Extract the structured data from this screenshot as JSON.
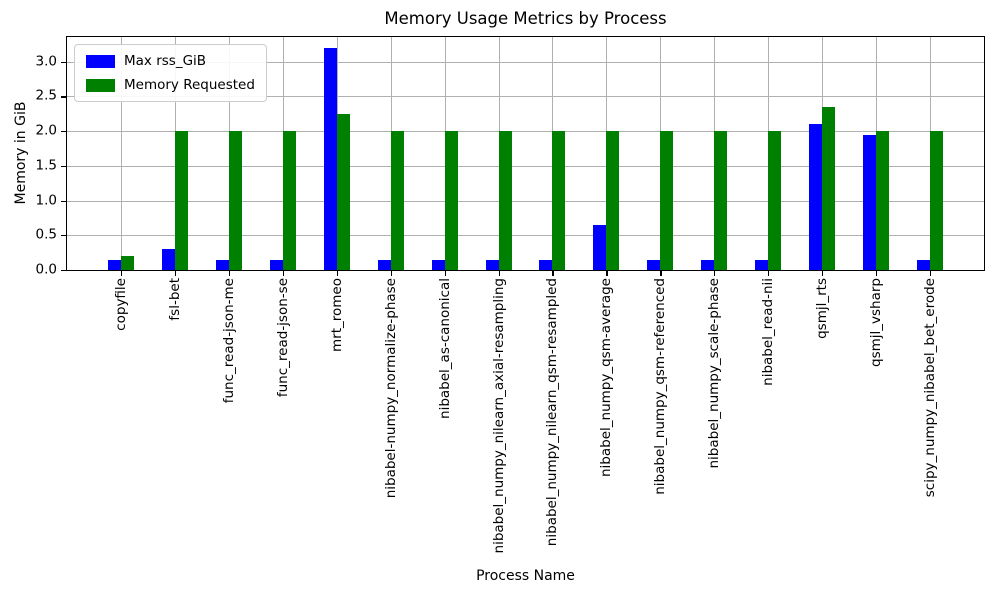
{
  "chart_data": {
    "type": "bar",
    "title": "Memory Usage Metrics by Process",
    "xlabel": "Process Name",
    "ylabel": "Memory in GiB",
    "ylim": [
      0,
      3.357
    ],
    "yticks": [
      "0.0",
      "0.5",
      "1.0",
      "1.5",
      "2.0",
      "2.5",
      "3.0"
    ],
    "grid": true,
    "legend_position": "upper left",
    "categories": [
      "copyfile",
      "fsl-bet",
      "func_read-json-me",
      "func_read-json-se",
      "mrt_romeo",
      "nibabel-numpy_normalize-phase",
      "nibabel_as-canonical",
      "nibabel_numpy_nilearn_axial-resampling",
      "nibabel_numpy_nilearn_qsm-resampled",
      "nibabel_numpy_qsm-average",
      "nibabel_numpy_qsm-referenced",
      "nibabel_numpy_scale-phase",
      "nibabel_read-nii",
      "qsmjl_rts",
      "qsmjl_vsharp",
      "scipy_numpy_nibabel_bet_erode"
    ],
    "series": [
      {
        "name": "Max rss_GiB",
        "color": "#0000ff",
        "values": [
          0.15,
          0.3,
          0.15,
          0.15,
          3.2,
          0.15,
          0.15,
          0.15,
          0.15,
          0.65,
          0.15,
          0.15,
          0.15,
          2.1,
          1.95,
          0.15
        ]
      },
      {
        "name": "Memory Requested",
        "color": "#008000",
        "values": [
          0.2,
          2.0,
          2.0,
          2.0,
          2.25,
          2.0,
          2.0,
          2.0,
          2.0,
          2.0,
          2.0,
          2.0,
          2.0,
          2.35,
          2.0,
          2.0
        ]
      }
    ],
    "colors": {
      "grid": "#b0b0b0",
      "axis": "#000000",
      "background": "#ffffff",
      "text": "#000000"
    }
  }
}
